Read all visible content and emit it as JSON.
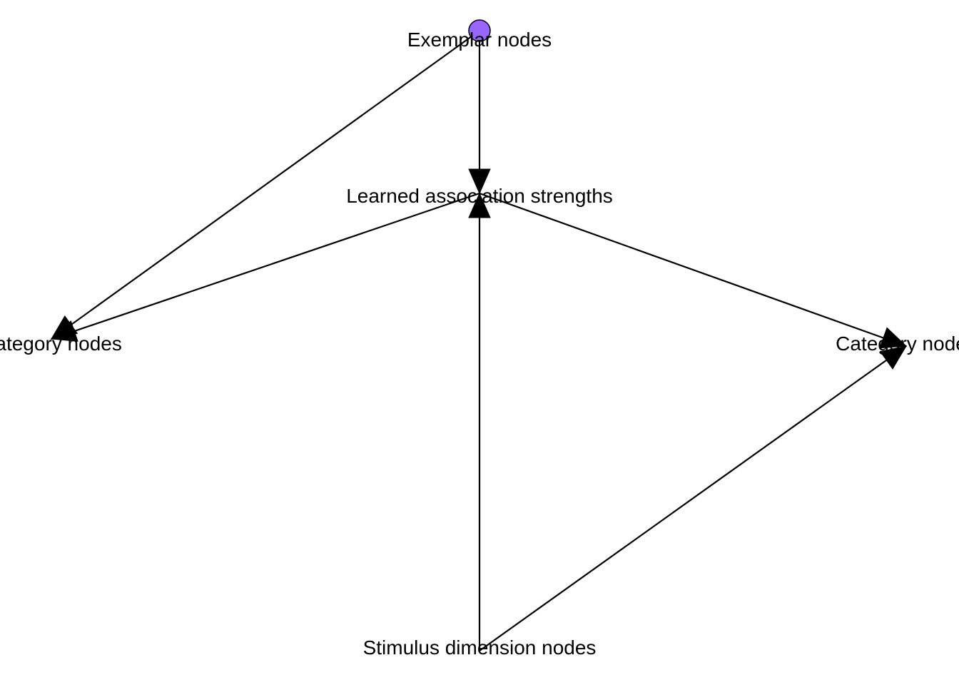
{
  "nodes": {
    "exemplar": {
      "label": "Exemplar nodes",
      "color": "#9966ff"
    },
    "learned": {
      "label": "Learned association strengths"
    },
    "category_left": {
      "label": "Category nodes"
    },
    "category_right": {
      "label": "Category nodes"
    },
    "stimulus": {
      "label": "Stimulus dimension nodes"
    }
  },
  "edges": [
    {
      "from": "exemplar",
      "to": "learned",
      "directed": true
    },
    {
      "from": "exemplar",
      "to": "category_left",
      "directed": true
    },
    {
      "from": "learned",
      "to": "category_left",
      "directed": true
    },
    {
      "from": "learned",
      "to": "category_right",
      "directed": true
    },
    {
      "from": "stimulus",
      "to": "learned",
      "directed": true
    },
    {
      "from": "stimulus",
      "to": "category_right",
      "directed": true
    }
  ],
  "colors": {
    "edge": "#000000",
    "exemplar_marker": "#9966ff"
  }
}
